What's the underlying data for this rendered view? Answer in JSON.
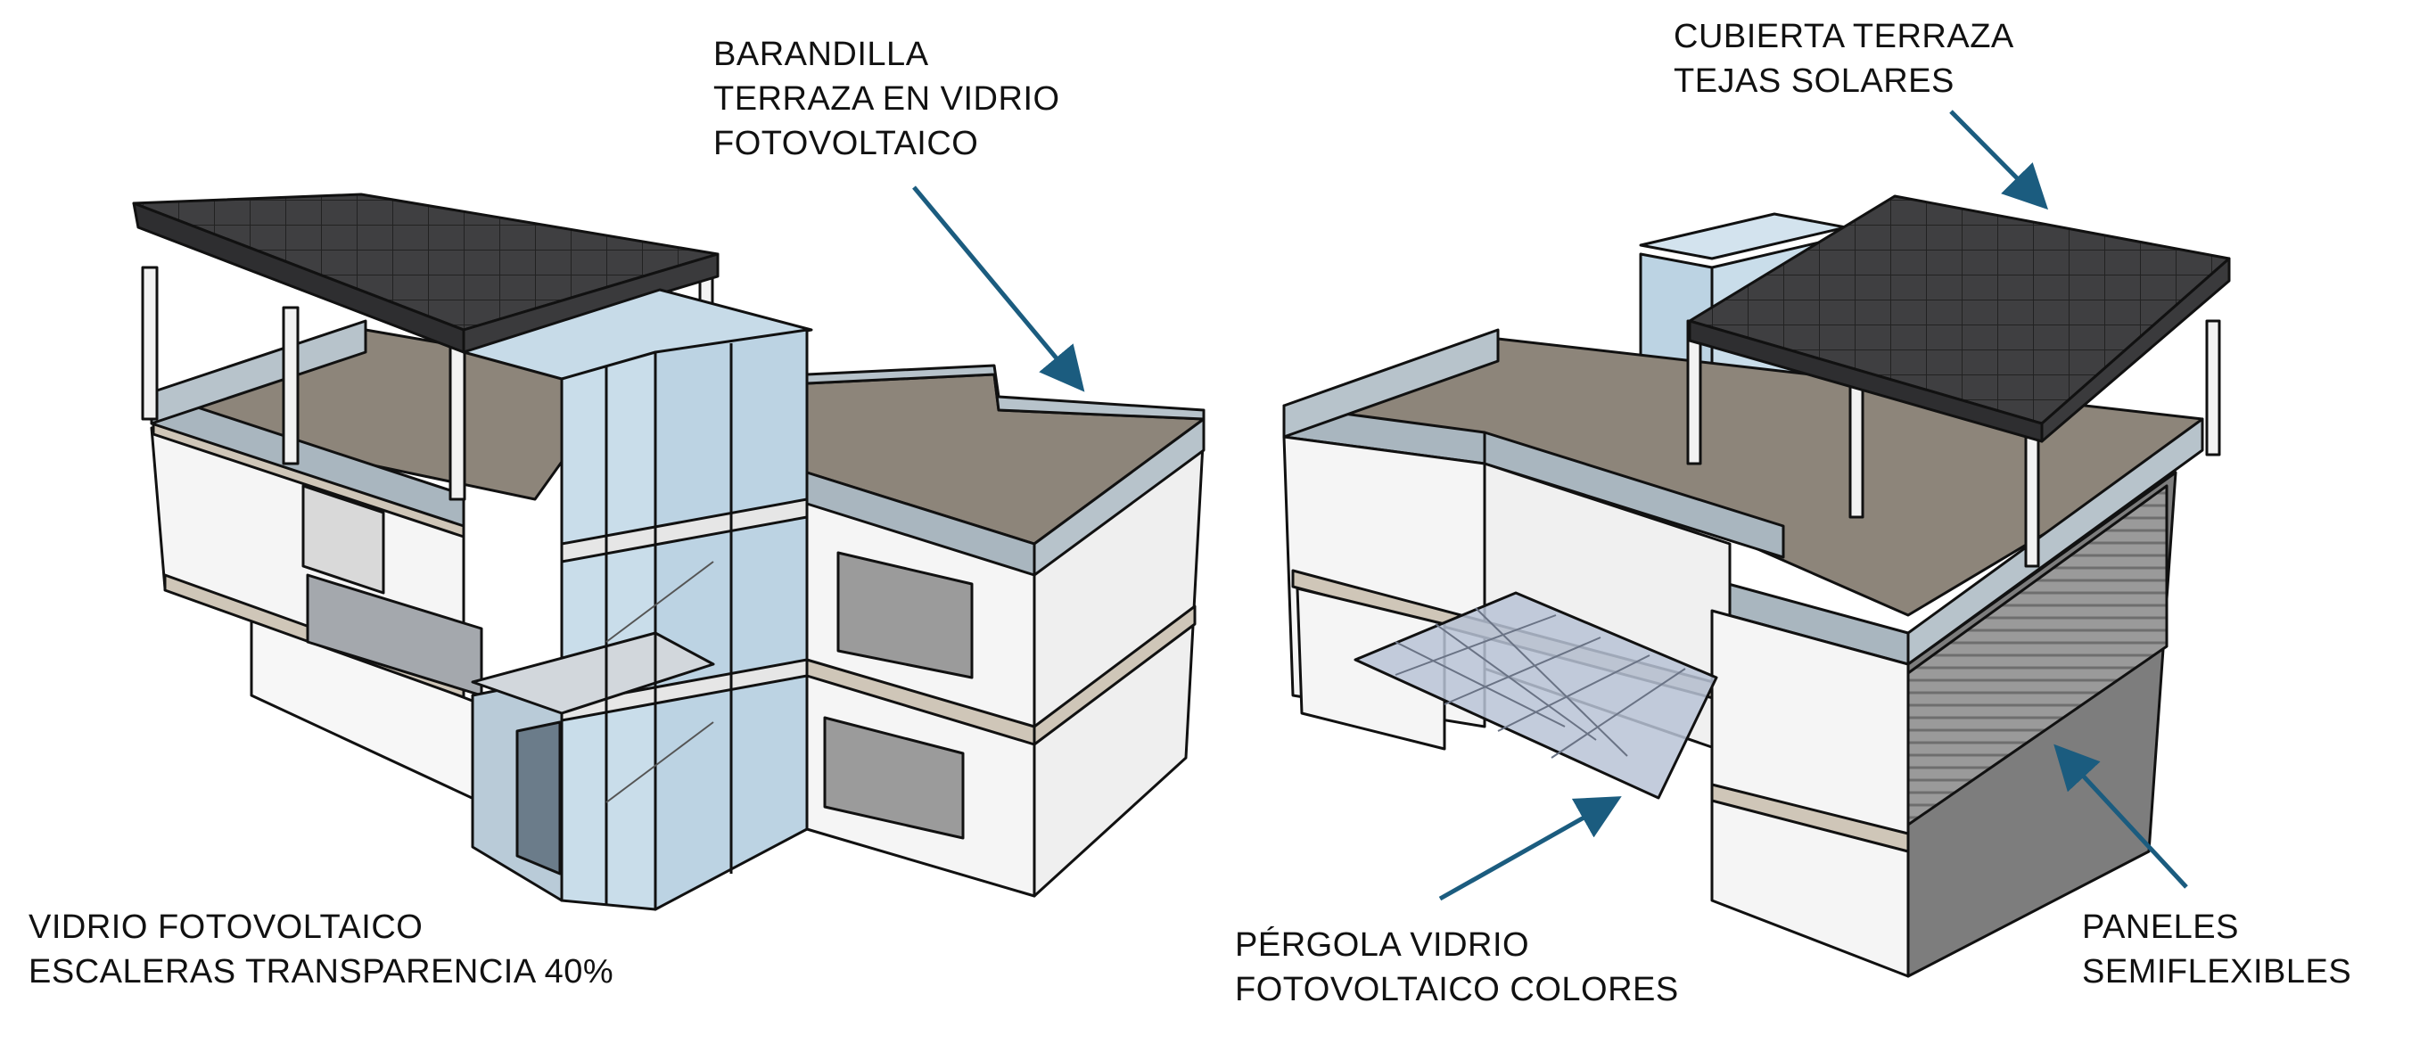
{
  "labels": {
    "barandilla": [
      "BARANDILLA",
      "TERRAZA EN VIDRIO",
      "FOTOVOLTAICO"
    ],
    "cubierta": [
      "CUBIERTA TERRAZA",
      "TEJAS SOLARES"
    ],
    "vidrio_escaleras": [
      "VIDRIO FOTOVOLTAICO",
      "ESCALERAS TRANSPARENCIA 40%"
    ],
    "pergola": [
      "PÉRGOLA VIDRIO",
      "FOTOVOLTAICO COLORES"
    ],
    "paneles": [
      "PANELES",
      "SEMIFLEXIBLES"
    ]
  },
  "colors": {
    "arrow": "#1b5c7f",
    "roof_dark": "#3d3d3f",
    "terrace_floor": "#8d857a",
    "glass": "#b9d0e0",
    "wall": "#f7f7f7",
    "band": "#cfc6b8",
    "panel_grey": "#8e8e8e"
  }
}
